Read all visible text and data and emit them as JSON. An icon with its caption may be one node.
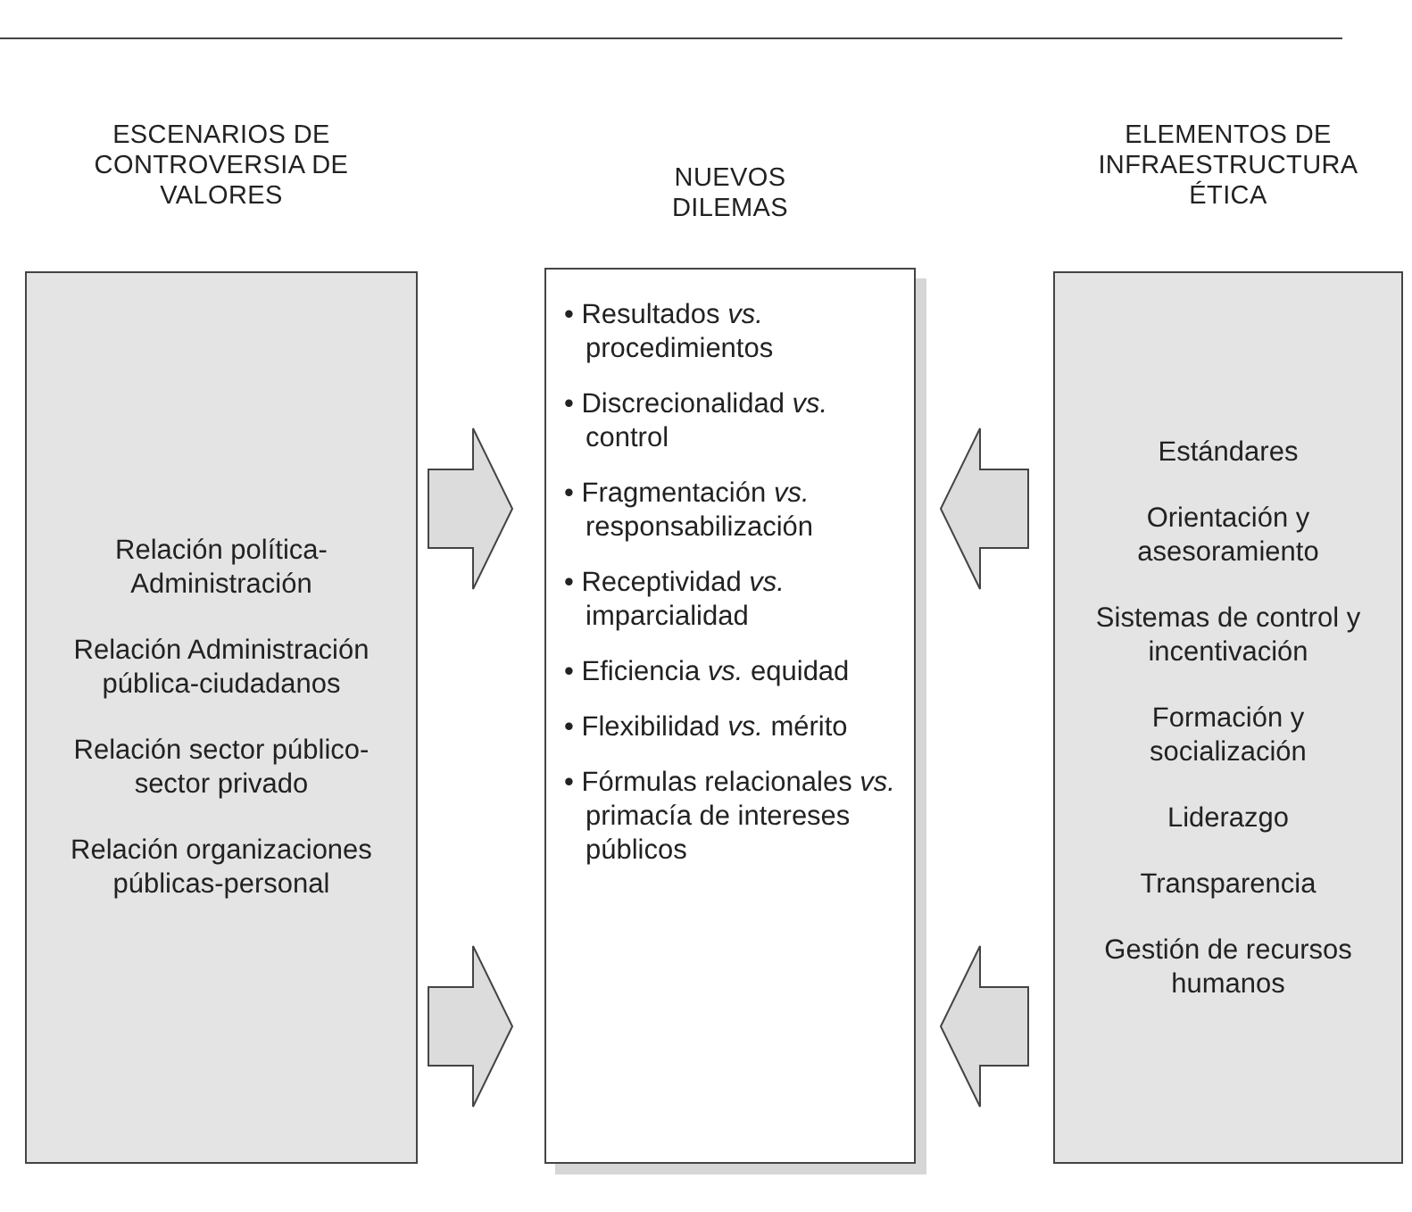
{
  "diagram": {
    "nodes": [
      {
        "text": [
          "ESCENARIOS DE CONTROVERSIA DE VALORES",
          "Relación política-Administración",
          "Relación Administración pública-ciudadanos",
          "Relación sector público-sector privado",
          "Relación organizaciones públicas-personal"
        ]
      },
      {
        "text": [
          "NUEVOS DILEMAS",
          "• Resultados *vs.* procedimientos",
          "• Discrecionalidad *vs.* control",
          "• Fragmentación *vs.* responsabilización",
          "• Receptividad *vs.* imparcialidad",
          "• Eficiencia *vs.* equidad",
          "• Flexibilidad *vs.* mérito",
          "• Fórmulas relacionales *vs.* primacía de intereses públicos"
        ]
      },
      {
        "text": [
          "ELEMENTOS DE INFRAESTRUCTURA ÉTICA",
          "Estándares",
          "Orientación y asesoramiento",
          "Sistemas de control y incentivación",
          "Formación y socialización",
          "Liderazgo",
          "Transparencia",
          "Gestión de recursos humanos"
        ]
      }
    ],
    "edges": [
      {
        "from": 0,
        "to": 1,
        "arrow": "to"
      },
      {
        "from": 0,
        "to": 1,
        "arrow": "to"
      },
      {
        "from": 2,
        "to": 1,
        "arrow": "to"
      },
      {
        "from": 2,
        "to": 1,
        "arrow": "to"
      }
    ]
  }
}
